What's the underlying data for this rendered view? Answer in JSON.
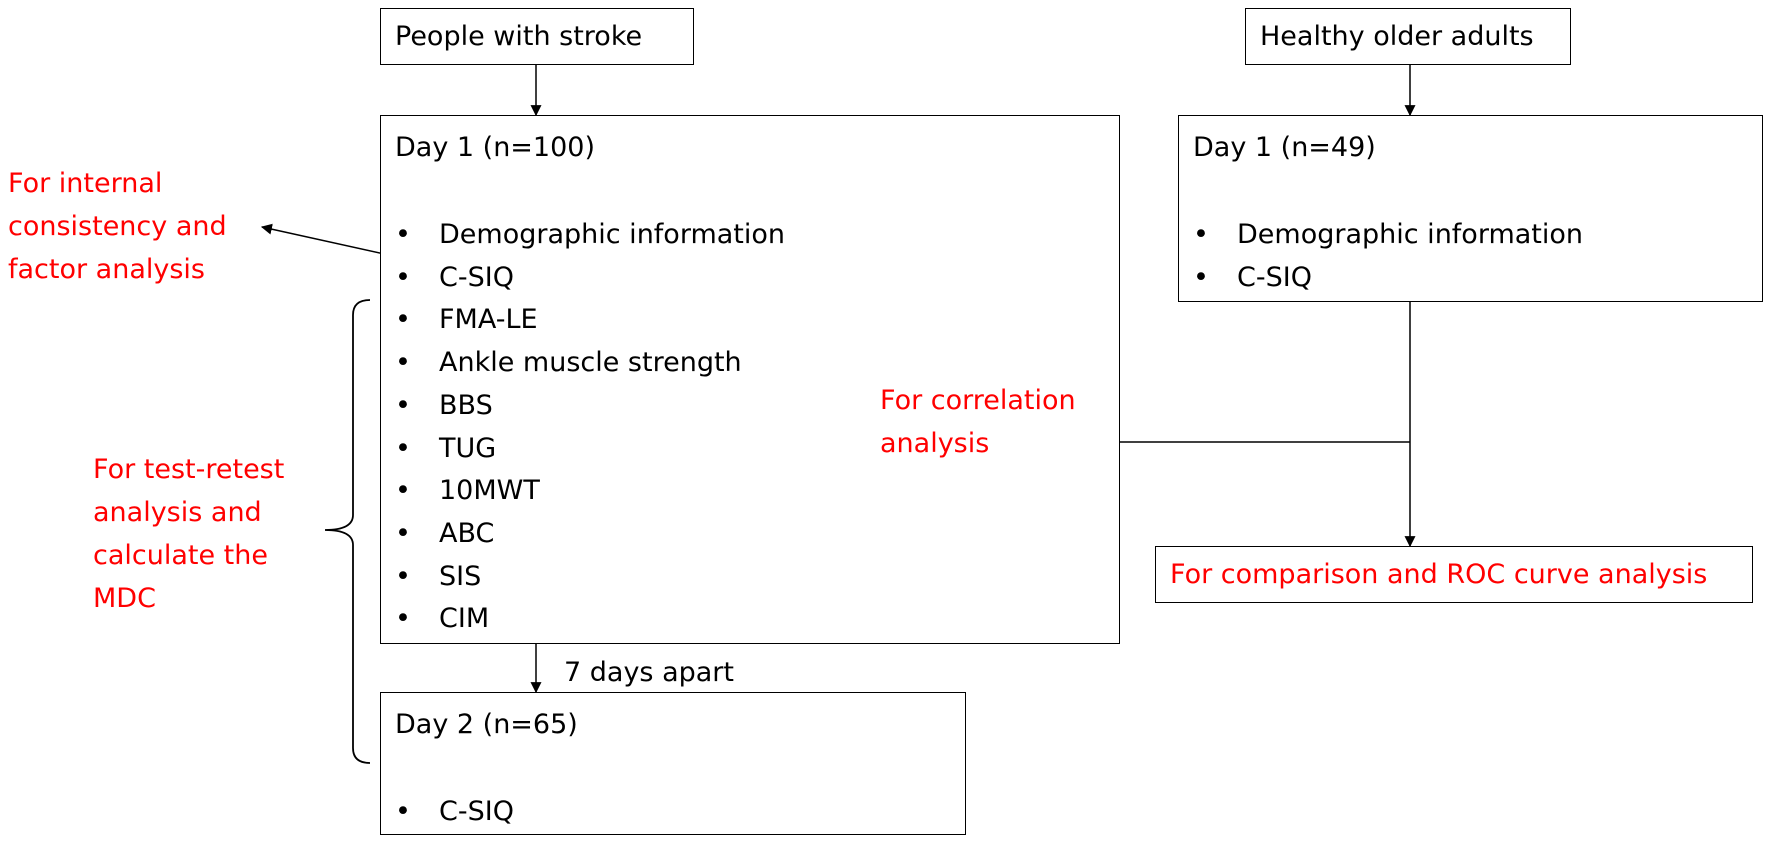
{
  "colors": {
    "line": "#000000",
    "text": "#000000",
    "accent": "#ff0000"
  },
  "bullet_glyph": "•",
  "nodes": {
    "stroke_header": "People with stroke",
    "healthy_header": "Healthy older adults",
    "stroke_day1": {
      "title": "Day 1 (n=100)",
      "items": [
        "Demographic information",
        "C-SIQ",
        "FMA-LE",
        "Ankle muscle strength",
        "BBS",
        "TUG",
        "10MWT",
        "ABC",
        "SIS",
        "CIM"
      ]
    },
    "healthy_day1": {
      "title": "Day 1 (n=49)",
      "items": [
        "Demographic information",
        "C-SIQ"
      ]
    },
    "stroke_day2": {
      "title": "Day 2 (n=65)",
      "items": [
        "C-SIQ"
      ]
    },
    "comparison": "For comparison and ROC curve analysis"
  },
  "annotations": {
    "interval": "7 days apart",
    "internal_consistency": [
      "For internal",
      "consistency  and",
      "factor analysis"
    ],
    "correlation": [
      "For correlation",
      "analysis"
    ],
    "test_retest": [
      "For test-retest",
      "analysis and",
      "calculate the",
      "MDC"
    ]
  }
}
